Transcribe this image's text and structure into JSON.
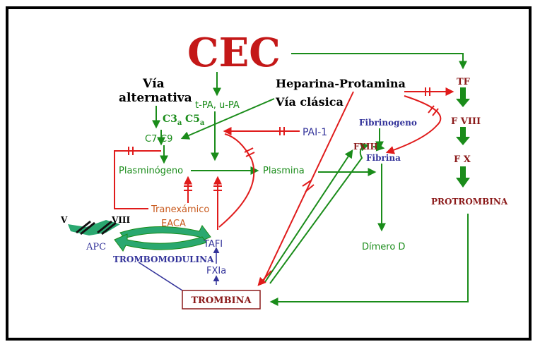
{
  "diagram": {
    "title": "CEC",
    "labels": {
      "via_alternativa_1": "Vía",
      "via_alternativa_2": "alternativa",
      "c3a": "C3",
      "c3a_sub": "a",
      "c5a": "C5",
      "c5a_sub": "a",
      "c7c9": "C7-C9",
      "tpa": "t-PA, u-PA",
      "heparina": "Heparina-Protamina",
      "via_clasica": "Vía clásica",
      "pai1": "PAI-1",
      "plasminogeno": "Plasminógeno",
      "plasmina": "Plasmina",
      "tranexamico": "Tranexámico",
      "eaca": "EACA",
      "v": "V",
      "viii": "VIII",
      "apc": "APC",
      "trombomodulina": "TROMBOMODULINA",
      "tafi": "TAFI",
      "fxia": "FXIa",
      "trombina": "TROMBINA",
      "fibrinogeno": "Fibrinogeno",
      "fxiii": "FXIII",
      "fibrina": "Fibrina",
      "dimero": "Dímero D",
      "tf": "TF",
      "fviii": "F VIII",
      "fx": "F X",
      "protrombina": "PROTROMBINA"
    },
    "colors": {
      "activation": "#1a8c1a",
      "inhibition": "#e01b1b",
      "title": "#c41818",
      "coag_factor": "#8b1a1a",
      "fibrin": "#33339a",
      "tranexamic": "#c85a1e"
    }
  }
}
